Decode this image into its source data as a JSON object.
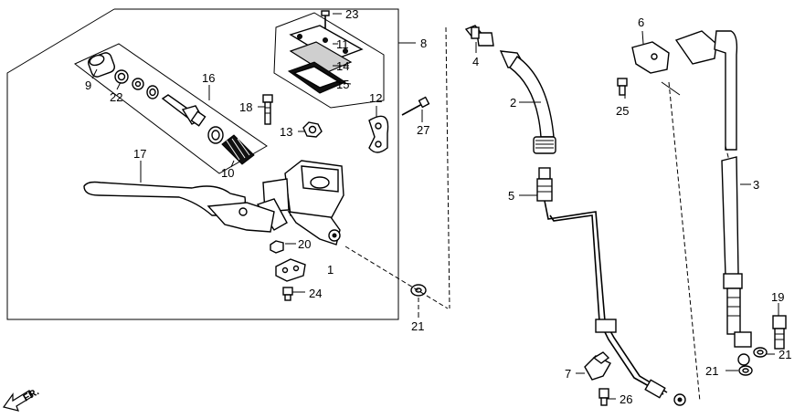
{
  "front_indicator": "FR.",
  "callouts": [
    {
      "id": "c1",
      "text": "1"
    },
    {
      "id": "c2",
      "text": "2"
    },
    {
      "id": "c3",
      "text": "3"
    },
    {
      "id": "c4",
      "text": "4"
    },
    {
      "id": "c5",
      "text": "5"
    },
    {
      "id": "c6",
      "text": "6"
    },
    {
      "id": "c7",
      "text": "7"
    },
    {
      "id": "c8",
      "text": "8"
    },
    {
      "id": "c9",
      "text": "9"
    },
    {
      "id": "c10",
      "text": "10"
    },
    {
      "id": "c11",
      "text": "11"
    },
    {
      "id": "c12",
      "text": "12"
    },
    {
      "id": "c13",
      "text": "13"
    },
    {
      "id": "c14",
      "text": "14"
    },
    {
      "id": "c15",
      "text": "15"
    },
    {
      "id": "c16",
      "text": "16"
    },
    {
      "id": "c17",
      "text": "17"
    },
    {
      "id": "c18",
      "text": "18"
    },
    {
      "id": "c19",
      "text": "19"
    },
    {
      "id": "c20",
      "text": "20"
    },
    {
      "id": "c21a",
      "text": "21"
    },
    {
      "id": "c21b",
      "text": "21"
    },
    {
      "id": "c21c",
      "text": "21"
    },
    {
      "id": "c22",
      "text": "22"
    },
    {
      "id": "c23",
      "text": "23"
    },
    {
      "id": "c24",
      "text": "24"
    },
    {
      "id": "c25",
      "text": "25"
    },
    {
      "id": "c26",
      "text": "26"
    },
    {
      "id": "c27",
      "text": "27"
    }
  ]
}
